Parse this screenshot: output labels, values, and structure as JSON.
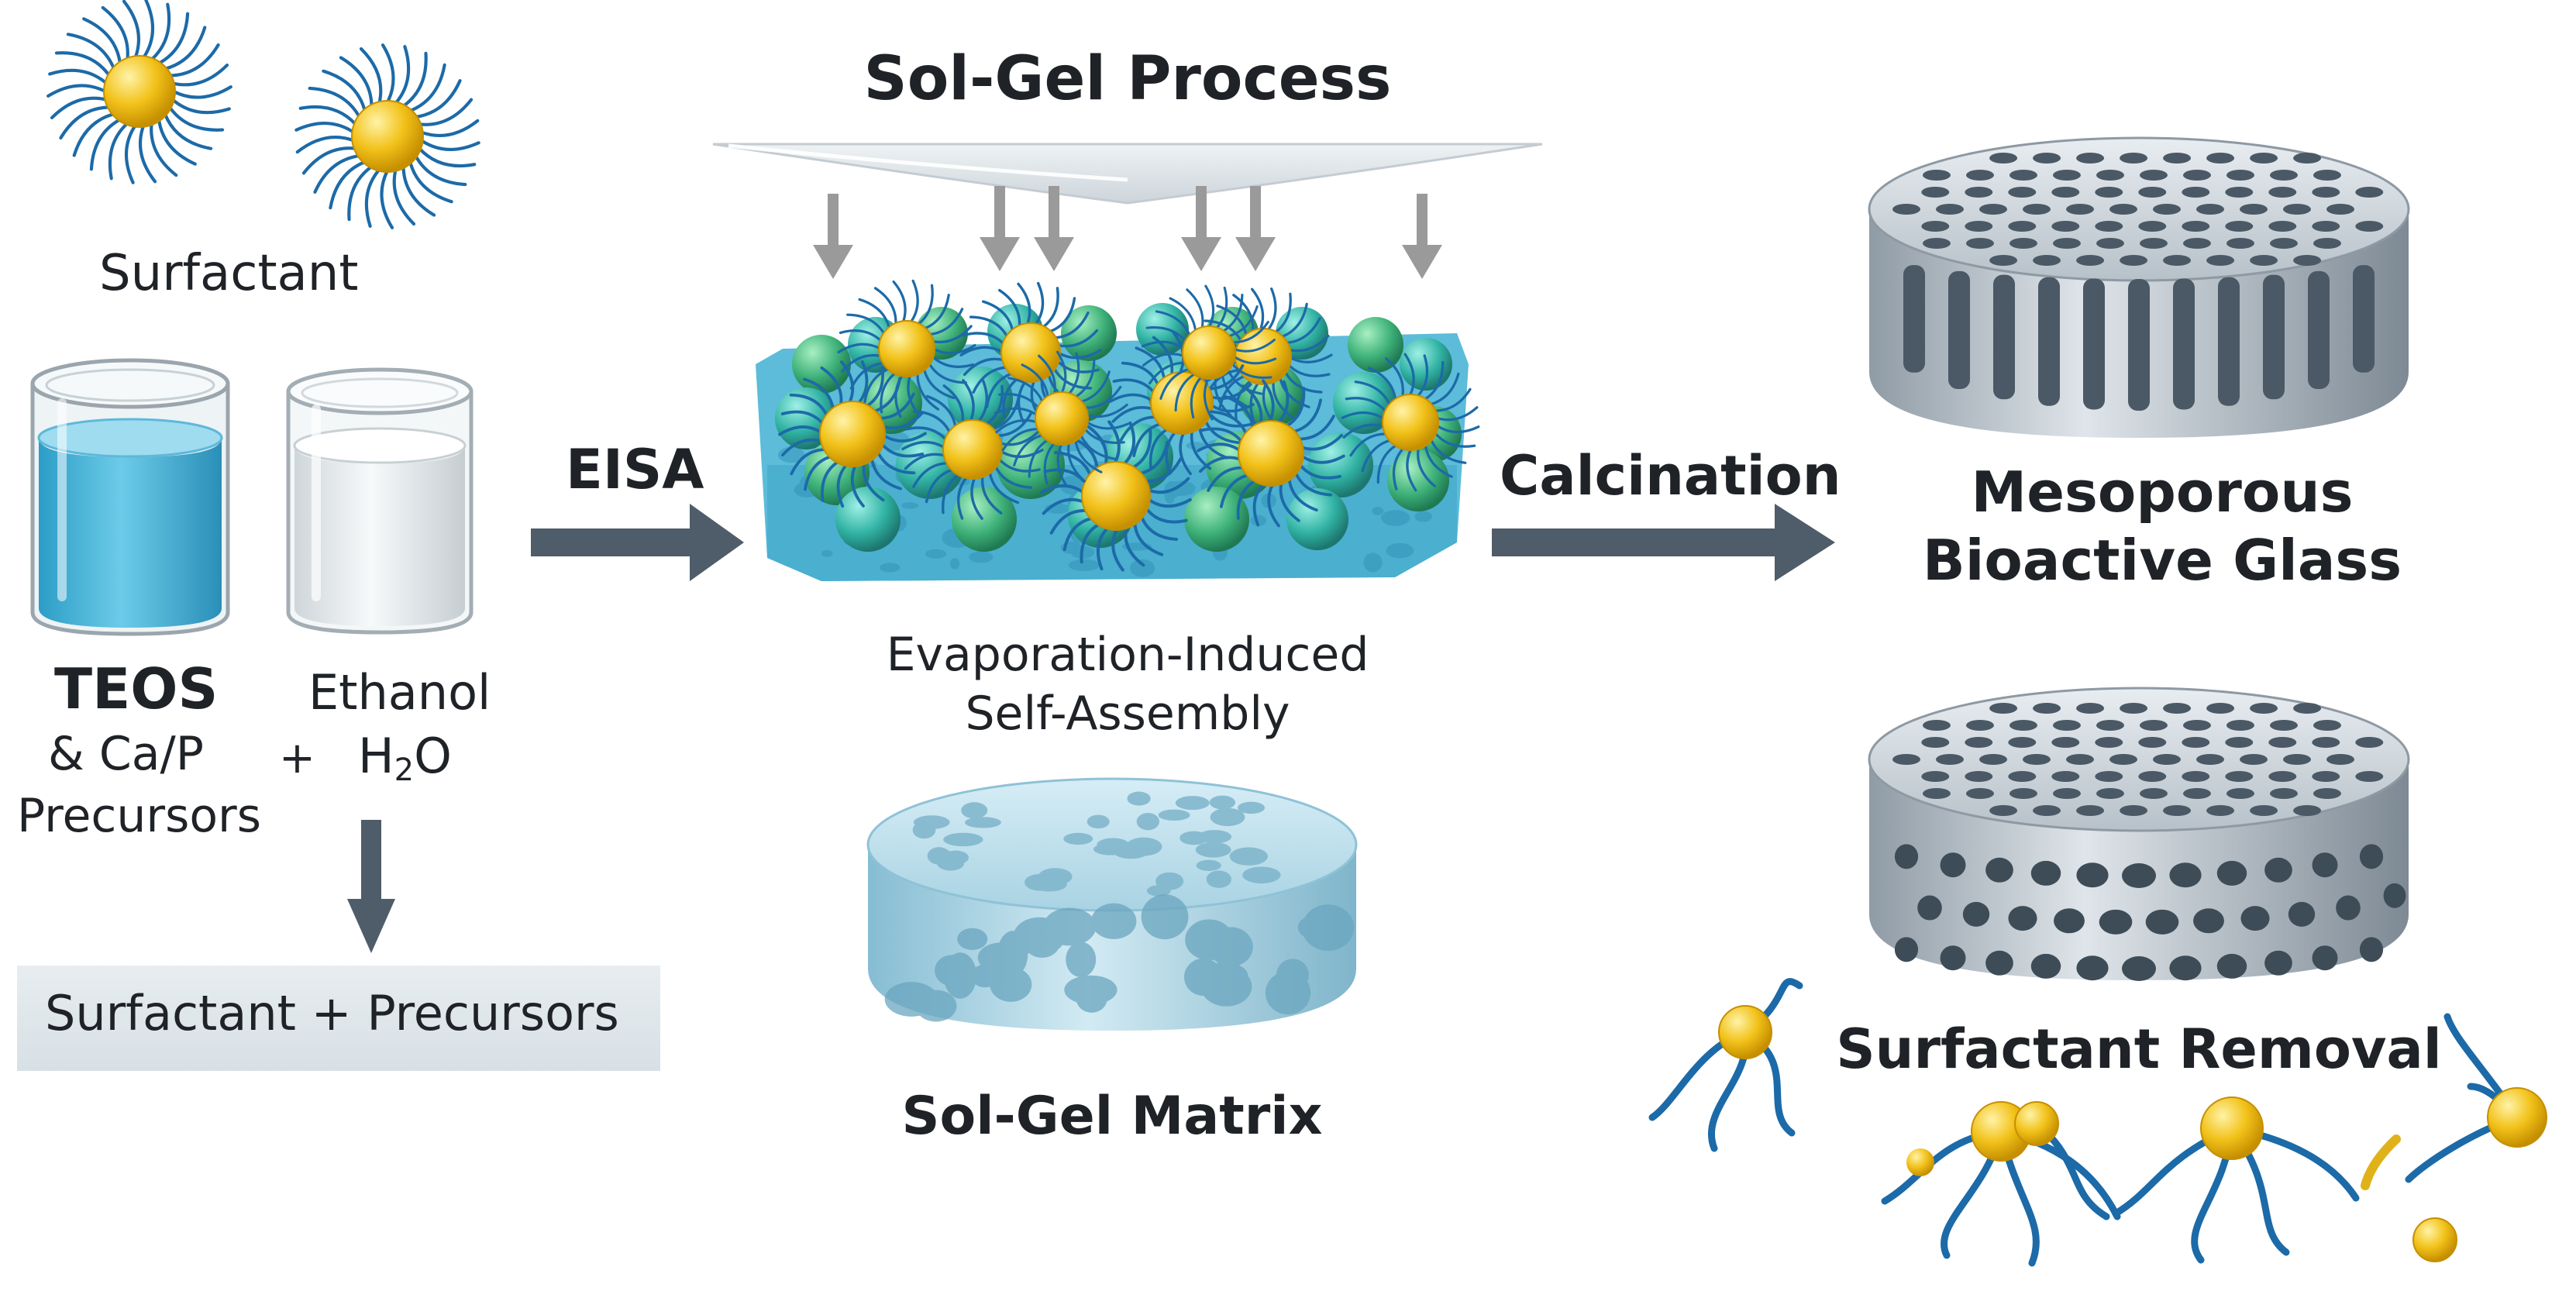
{
  "colors": {
    "arrow": "#4f5c69",
    "gray_arrow": "#9a9a9a",
    "surfactant_head": "#f2c21a",
    "surfactant_tail": "#1c6aa8",
    "solution_blue": "#47b4d8",
    "solution_clear": "#e4e8ea",
    "gel_blue": "#a9d3e3",
    "glass_gray": "#b9c3cb",
    "pore_dark": "#4a5965",
    "sphere_green": "#3fb27a",
    "sphere_teal": "#31b3a4",
    "box_bg": "#dfe6ea"
  },
  "labels": {
    "surfactant": "Surfactant",
    "teos": "TEOS",
    "ca_p": "& Ca/P",
    "precursors": "Precursors",
    "plus": "+",
    "ethanol": "Ethanol",
    "h2o_h": "H",
    "h2o_sub": "2",
    "h2o_o": "O",
    "mix_box": "Surfactant + Precursors",
    "sol_gel_process": "Sol-Gel Process",
    "eisa": "EISA",
    "eisa_full_1": "Evaporation-Induced",
    "eisa_full_2": "Self-Assembly",
    "sol_gel_matrix": "Sol-Gel Matrix",
    "calcination": "Calcination",
    "mbg_1": "Mesoporous",
    "mbg_2": "Bioactive Glass",
    "surfactant_removal": "Surfactant Removal"
  },
  "icons": [
    "surfactant-micelle-icon",
    "beaker-icon",
    "arrow-icon",
    "mesoporous-disk-icon",
    "surfactant-molecule-icon"
  ]
}
